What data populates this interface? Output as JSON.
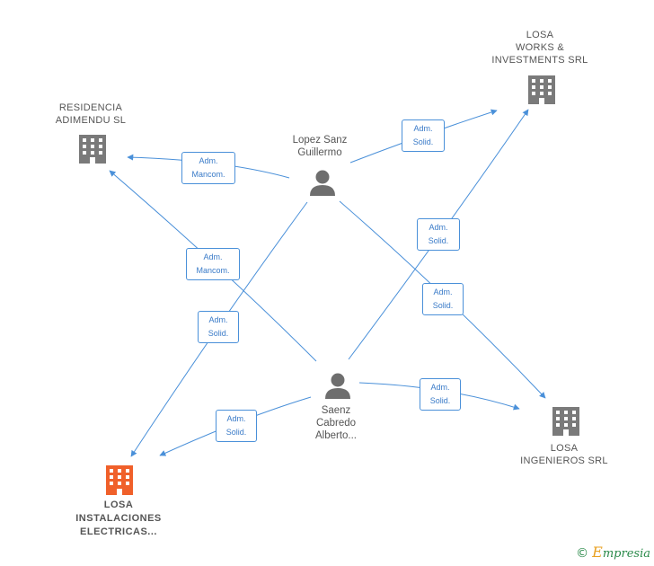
{
  "nodes": {
    "losa_works": {
      "label_lines": [
        "LOSA",
        "WORKS &",
        "INVESTMENTS SRL"
      ],
      "kind": "company"
    },
    "residencia": {
      "label_lines": [
        "RESIDENCIA",
        "ADIMENDU  SL"
      ],
      "kind": "company"
    },
    "lopez": {
      "label_lines": [
        "Lopez Sanz",
        "Guillermo"
      ],
      "kind": "person"
    },
    "saenz": {
      "label_lines": [
        "Saenz",
        "Cabredo",
        "Alberto..."
      ],
      "kind": "person"
    },
    "losa_ingenieros": {
      "label_lines": [
        "LOSA",
        "INGENIEROS SRL"
      ],
      "kind": "company"
    },
    "losa_instalaciones": {
      "label_lines": [
        "LOSA",
        "INSTALACIONES",
        "ELECTRICAS..."
      ],
      "kind": "company-highlight"
    }
  },
  "edges": [
    {
      "id": "lopez-works",
      "lines": [
        "Adm.",
        "Solid."
      ]
    },
    {
      "id": "lopez-residencia",
      "lines": [
        "Adm.",
        "Mancom."
      ]
    },
    {
      "id": "saenz-works",
      "lines": [
        "Adm.",
        "Solid."
      ]
    },
    {
      "id": "lopez-ingenieros",
      "lines": [
        "Adm.",
        "Solid."
      ]
    },
    {
      "id": "saenz-residencia",
      "lines": [
        "Adm.",
        "Mancom."
      ]
    },
    {
      "id": "lopez-instalaciones",
      "lines": [
        "Adm.",
        "Solid."
      ]
    },
    {
      "id": "saenz-ingenieros",
      "lines": [
        "Adm.",
        "Solid."
      ]
    },
    {
      "id": "saenz-instalaciones",
      "lines": [
        "Adm.",
        "Solid."
      ]
    }
  ],
  "colors": {
    "edge": "#4a90d9",
    "building": "#7a7a7a",
    "building_highlight": "#f0602a",
    "person": "#6e6e6e"
  },
  "footer": {
    "copyright": "©",
    "brand_initial": "E",
    "brand_rest": "mpresia"
  }
}
